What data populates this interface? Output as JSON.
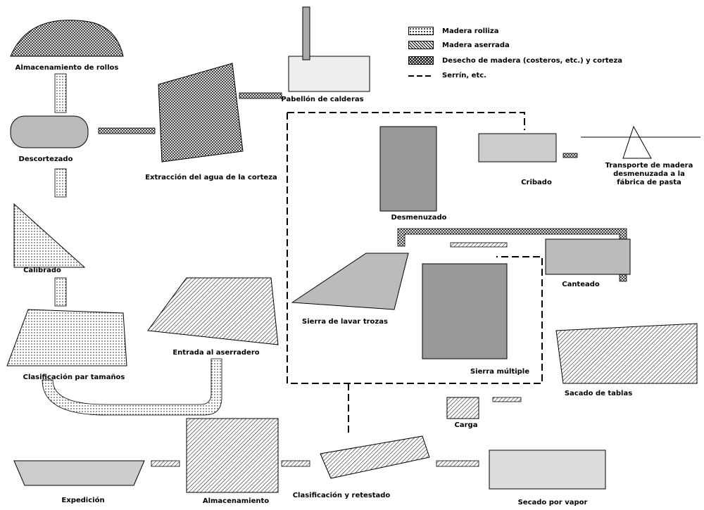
{
  "legend": [
    {
      "label": "Madera rolliza",
      "pattern": "dots"
    },
    {
      "label": "Madera aserrada",
      "pattern": "hatch"
    },
    {
      "label": "Desecho de madera (costeros, etc.) y corteza",
      "pattern": "cross"
    },
    {
      "label": "Serrín, etc.",
      "pattern": "dash"
    }
  ],
  "stages": {
    "almacenamiento_rollos": "Almacenamiento de rollos",
    "descortezado": "Descortezado",
    "extraccion": "Extracción del agua de la corteza",
    "calderas": "Pabellón de calderas",
    "cribado": "Cribado",
    "transporte": [
      "Transporte de madera",
      "desmenuzada a la",
      "fábrica de pasta"
    ],
    "desmenuzado": "Desmenuzado",
    "calibrado": "Calibrado",
    "canteado": "Canteado",
    "sierra_trozas": "Sierra de lavar trozas",
    "entrada": "Entrada al aserradero",
    "clasificacion_tamanos": "Clasificación par tamaños",
    "sierra_multiple": "Sierra múltiple",
    "sacado": "Sacado de tablas",
    "carga": "Carga",
    "expedicion": "Expedición",
    "almacenamiento": "Almacenamiento",
    "clasificacion_retestado": "Clasificación y retestado",
    "secado": "Secado por vapor"
  }
}
